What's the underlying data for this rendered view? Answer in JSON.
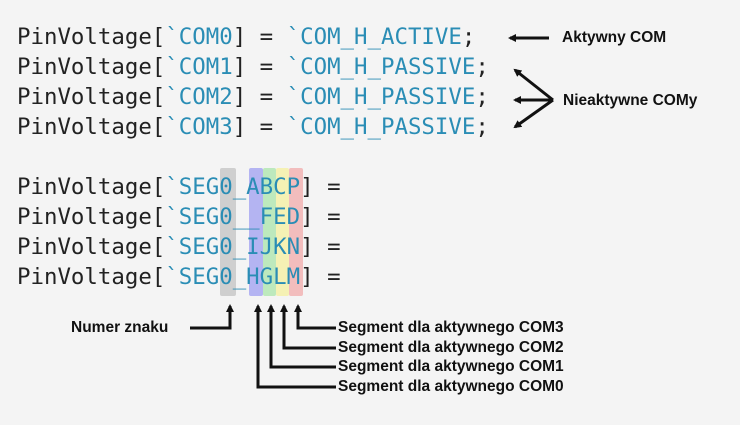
{
  "com_lines": [
    {
      "prefix": "PinVoltage[",
      "key": "`COM0",
      "mid": "] = ",
      "value": "`COM_H_ACTIVE",
      "end": ";"
    },
    {
      "prefix": "PinVoltage[",
      "key": "`COM1",
      "mid": "] = ",
      "value": "`COM_H_PASSIVE",
      "end": ";"
    },
    {
      "prefix": "PinVoltage[",
      "key": "`COM2",
      "mid": "] = ",
      "value": "`COM_H_PASSIVE",
      "end": ";"
    },
    {
      "prefix": "PinVoltage[",
      "key": "`COM3",
      "mid": "] = ",
      "value": "`COM_H_PASSIVE",
      "end": ";"
    }
  ],
  "seg_lines": [
    {
      "prefix": "PinVoltage[",
      "key": "`SEG0_ABCP",
      "end": "] ="
    },
    {
      "prefix": "PinVoltage[",
      "key": "`SEG0__FED",
      "end": "] ="
    },
    {
      "prefix": "PinVoltage[",
      "key": "`SEG0_IJKN",
      "end": "] ="
    },
    {
      "prefix": "PinVoltage[",
      "key": "`SEG0_HGLM",
      "end": "] ="
    }
  ],
  "column_colors": {
    "digit": "#b8b8b8",
    "com0": "#8f8ff0",
    "com1": "#9fe59f",
    "com2": "#f5f09a",
    "com3": "#f2a0a0"
  },
  "labels": {
    "active_com": "Aktywny COM",
    "inactive_coms": "Nieaktywne COMy",
    "digit_number": "Numer znaku",
    "seg_com3": "Segment dla aktywnego COM3",
    "seg_com2": "Segment dla aktywnego COM2",
    "seg_com1": "Segment dla aktywnego COM1",
    "seg_com0": "Segment dla aktywnego COM0"
  }
}
